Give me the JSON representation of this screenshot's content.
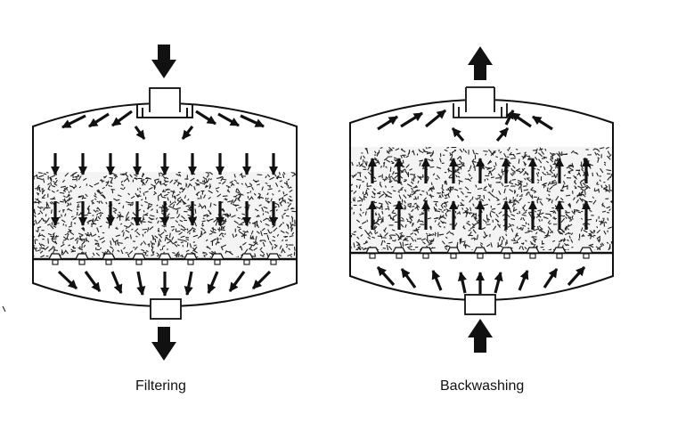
{
  "panels": [
    {
      "id": "filtering",
      "caption": "Filtering",
      "flow": "down"
    },
    {
      "id": "backwashing",
      "caption": "Backwashing",
      "flow": "up"
    }
  ],
  "colors": {
    "ink": "#111111",
    "media_fill": "#f4f4f4",
    "background": "#ffffff"
  }
}
